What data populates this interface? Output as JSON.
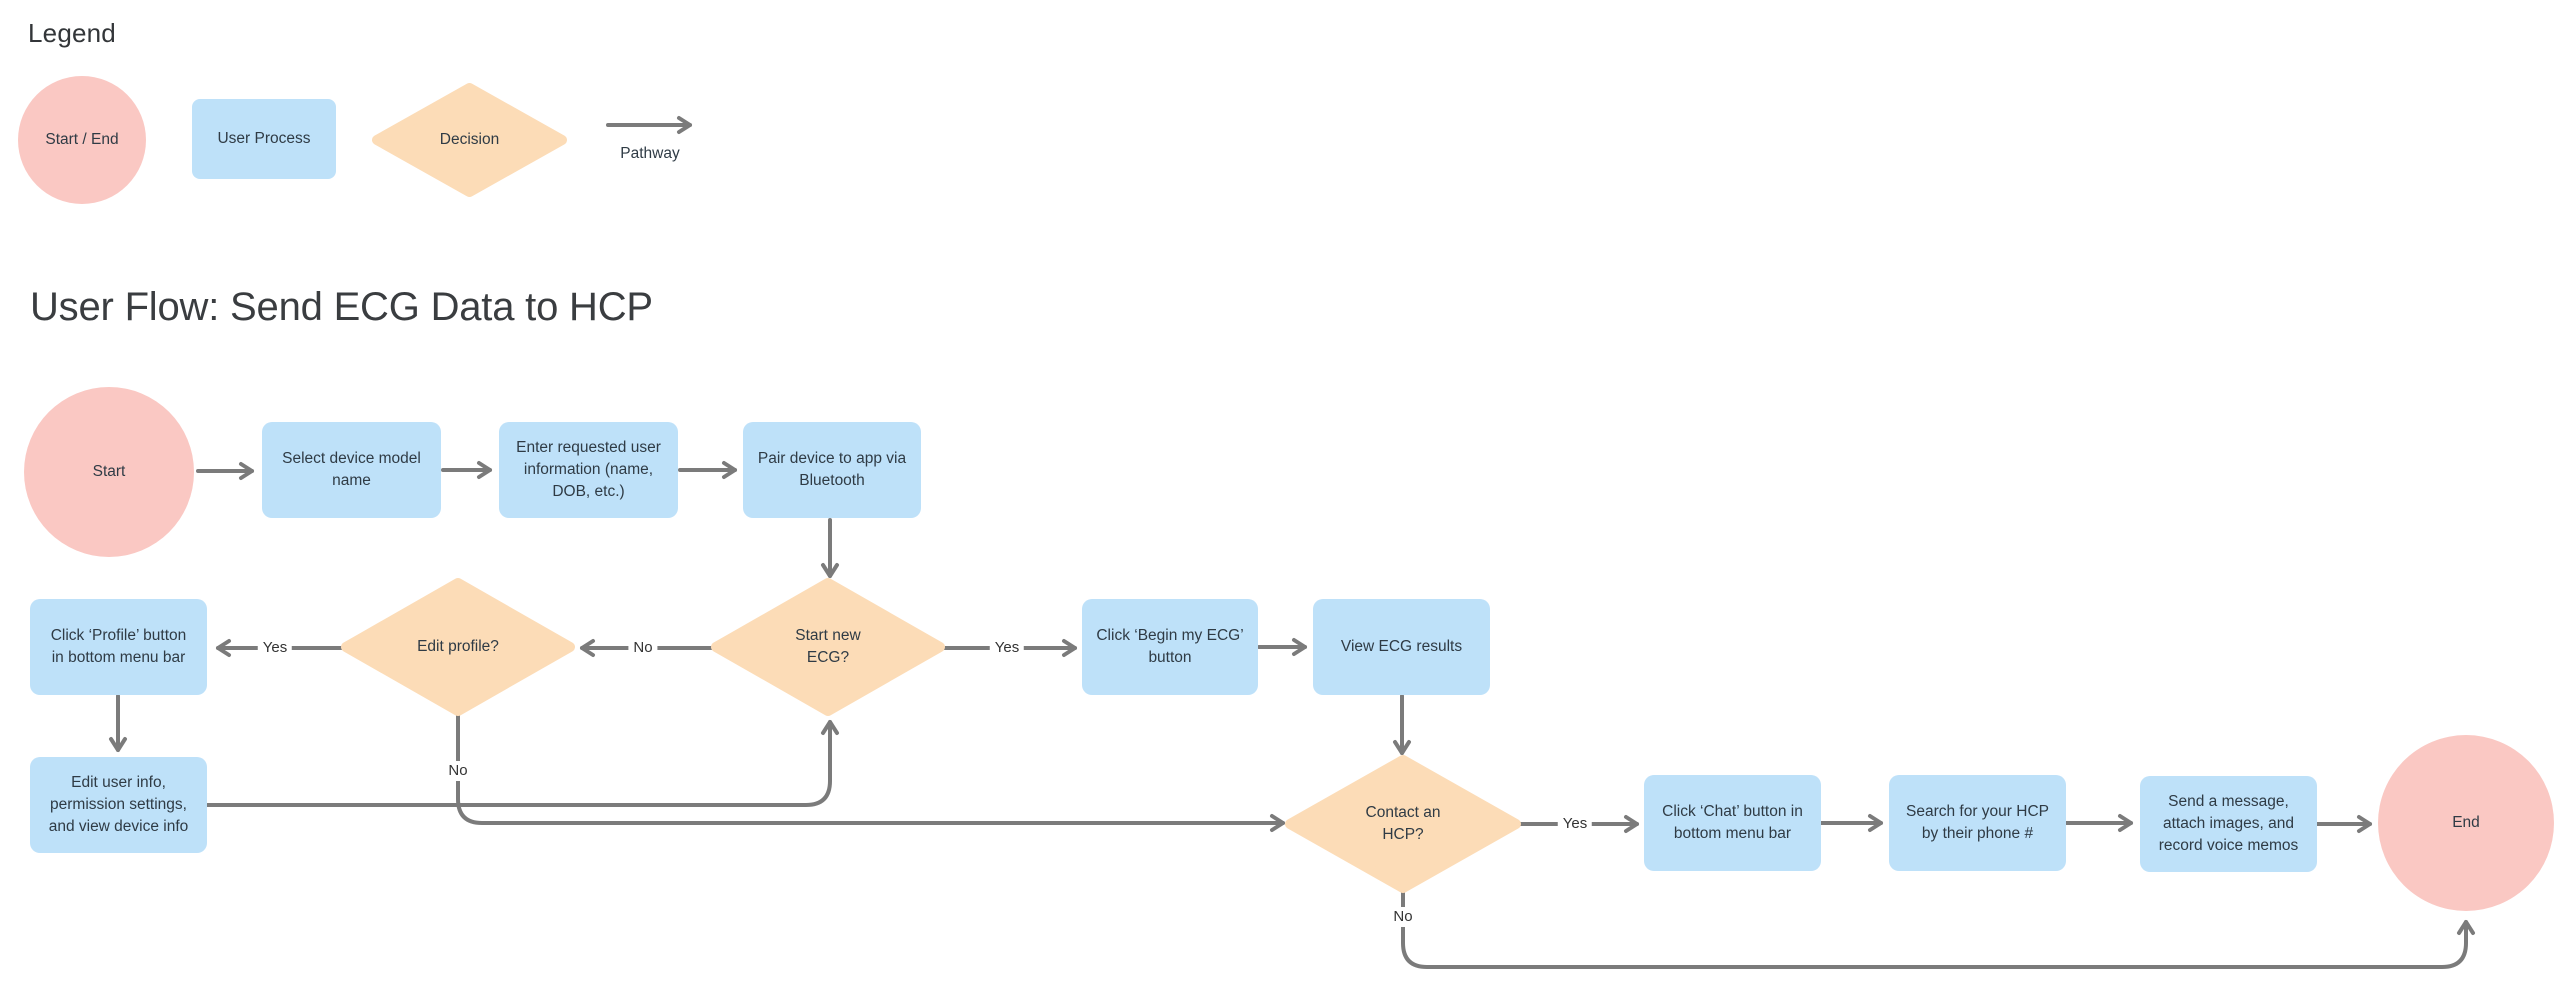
{
  "legend": {
    "title": "Legend",
    "items": [
      {
        "shape": "circle",
        "label": "Start / End"
      },
      {
        "shape": "rect",
        "label": "User Process"
      },
      {
        "shape": "diamond",
        "label": "Decision"
      },
      {
        "shape": "arrow",
        "label": "Pathway"
      }
    ]
  },
  "title": "User Flow: Send ECG Data to HCP",
  "flow": {
    "start": {
      "type": "start-end",
      "label": "Start"
    },
    "select_device": {
      "type": "process",
      "label": "Select device model\nname"
    },
    "enter_info": {
      "type": "process",
      "label": "Enter requested user\ninformation (name,\nDOB, etc.)"
    },
    "pair_device": {
      "type": "process",
      "label": "Pair device to app via\nBluetooth"
    },
    "click_profile": {
      "type": "process",
      "label": "Click ‘Profile’ button\nin bottom menu bar"
    },
    "edit_profile_q": {
      "type": "decision",
      "label": "Edit profile?"
    },
    "start_ecg_q": {
      "type": "decision",
      "label": "Start new\nECG?"
    },
    "begin_ecg": {
      "type": "process",
      "label": "Click ‘Begin my ECG’\nbutton"
    },
    "view_results": {
      "type": "process",
      "label": "View ECG results"
    },
    "edit_user_info": {
      "type": "process",
      "label": "Edit user info,\npermission settings,\nand view device info"
    },
    "contact_hcp_q": {
      "type": "decision",
      "label": "Contact an\nHCP?"
    },
    "click_chat": {
      "type": "process",
      "label": "Click ‘Chat’ button in\nbottom menu bar"
    },
    "search_hcp": {
      "type": "process",
      "label": "Search for your HCP\nby their phone #"
    },
    "send_message": {
      "type": "process",
      "label": "Send a message,\nattach images, and\nrecord voice memos"
    },
    "end": {
      "type": "start-end",
      "label": "End"
    }
  },
  "edges": {
    "edit_profile_yes": "Yes",
    "start_ecg_no": "No",
    "start_ecg_yes": "Yes",
    "edit_profile_no": "No",
    "contact_hcp_yes": "Yes",
    "contact_hcp_no": "No"
  },
  "colors": {
    "start_end": "#FAC8C3",
    "process": "#BEE1F9",
    "decision": "#FCDCB7",
    "pathway": "#7B7B7B",
    "node_text": "#2F3B45",
    "heading_text": "#3A3D40",
    "background": "#FFFFFF"
  }
}
